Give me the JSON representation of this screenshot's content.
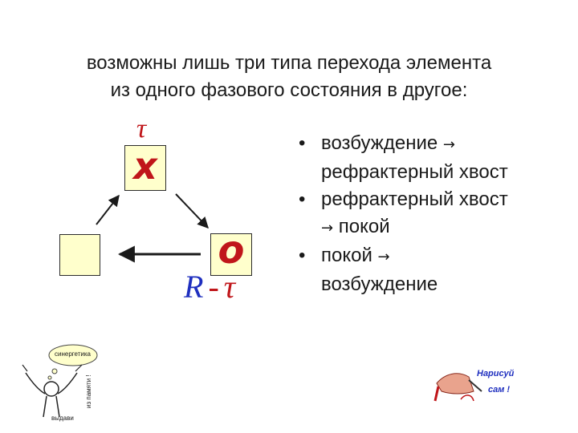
{
  "title": {
    "line1": "возможны лишь три типа перехода элемента",
    "line2": "из одного фазового состояния в другое:"
  },
  "diagram": {
    "tau_symbol": "τ",
    "state_excited": "x",
    "state_refractory": "o",
    "r_symbol": "R",
    "dash": "-",
    "tau_symbol_bottom": "τ"
  },
  "bullets": [
    {
      "bullet": "•",
      "line1": "возбуждение ",
      "arrow": "→",
      "line2": "рефрактерный хвост"
    },
    {
      "bullet": "•",
      "line1": "рефрактерный хвост",
      "arrow": "→",
      "line2": " покой"
    },
    {
      "bullet": "•",
      "line1": "покой ",
      "arrow": "→",
      "line2": "возбуждение"
    }
  ],
  "clipart_left": {
    "bubble": "синергетика",
    "side_text": "из памяти !",
    "bottom_text": "выдави"
  },
  "clipart_right": {
    "line1": "Нарисуй",
    "line2": "сам !"
  },
  "colors": {
    "accent_red": "#c0161a",
    "blue": "#1f2fbf",
    "box_fill": "#ffffcc"
  }
}
